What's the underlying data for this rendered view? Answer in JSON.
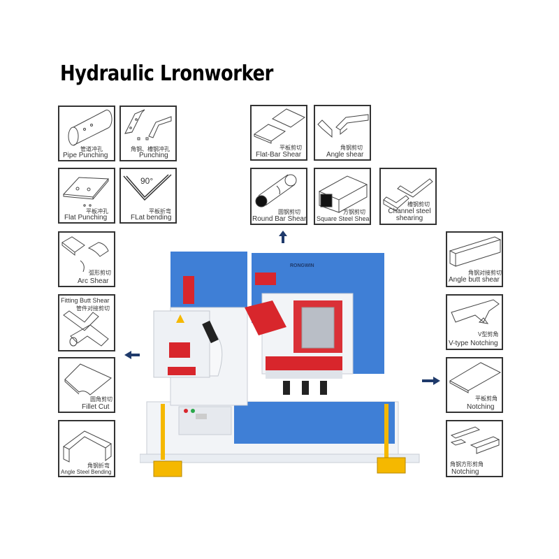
{
  "title": "Hydraulic Lronworker",
  "brand": "RONGWIN",
  "tiles": {
    "pipe_punching": {
      "cn": "管道冲孔",
      "en": "Pipe Punching"
    },
    "angle_channel_punching": {
      "cn": "角钢、槽钢冲孔",
      "en": "Punching"
    },
    "flat_punching": {
      "cn": "平板冲孔",
      "en": "Flat Punching"
    },
    "flat_bending": {
      "cn": "平板折弯",
      "en": "FLat bending",
      "angle": "90°"
    },
    "arc_shear": {
      "cn": "弧形剪切",
      "en": "Arc Shear"
    },
    "fitting_butt_shear": {
      "cn": "管件对接剪切",
      "en": "Fitting Butt Shear"
    },
    "fillet_cut": {
      "cn": "圆角剪切",
      "en": "Fillet Cut"
    },
    "angle_steel_bending": {
      "cn": "角钢折弯",
      "en": "Angle Steel Bending"
    },
    "flat_bar_shear": {
      "cn": "平板剪切",
      "en": "Flat-Bar Shear"
    },
    "angle_shear": {
      "cn": "角钢剪切",
      "en": "Angle shear"
    },
    "round_bar_shear": {
      "cn": "圆钢剪切",
      "en": "Round Bar Shear"
    },
    "square_steel_shear": {
      "cn": "方钢剪切",
      "en": "Square Steel Shear"
    },
    "channel_steel_shearing": {
      "cn": "槽钢剪切",
      "en": "Channel steel shearing"
    },
    "angle_butt_shear": {
      "cn": "角钢对接剪切",
      "en": "Angle butt shear"
    },
    "v_type_notching": {
      "cn": "V型剪角",
      "en": "V-type Notching"
    },
    "notching": {
      "cn": "平板剪角",
      "en": "Notching"
    },
    "angle_notching": {
      "cn": "角钢方形剪角",
      "en": "Notching"
    }
  },
  "colors": {
    "machine_blue": "#3f7fd6",
    "accent_red": "#d8262c",
    "frame_white": "#f2f4f7",
    "pedal_yellow": "#f5b800",
    "arrow_navy": "#1f3a6b"
  },
  "icons": [
    "arrow-up-icon",
    "arrow-left-icon",
    "arrow-right-icon"
  ]
}
